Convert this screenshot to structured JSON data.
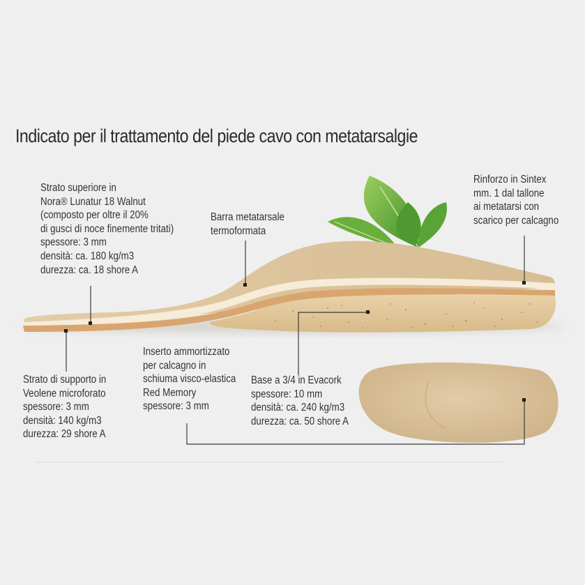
{
  "title": "Indicato per il trattamento del piede cavo con metatarsalgie",
  "labels": {
    "strato_superiore": [
      "Strato superiore in",
      "Nora® Lunatur 18 Walnut",
      "(composto per oltre il 20%",
      "di gusci di noce finemente tritati)",
      "spessore: 3 mm",
      "densità: ca. 180 kg/m3",
      "durezza: ca. 18 shore A"
    ],
    "barra": [
      "Barra metatarsale",
      "termoformata"
    ],
    "rinforzo": [
      "Rinforzo in Sintex",
      "mm. 1 dal tallone",
      "ai metatarsi con",
      "scarico per calcagno"
    ],
    "strato_supporto": [
      "Strato di supporto in",
      "Veolene microforato",
      "spessore: 3 mm",
      "densità: 140 kg/m3",
      "durezza: 29 shore A"
    ],
    "inserto": [
      "Inserto ammortizzato",
      "per calcagno in",
      "schiuma visco-elastica",
      "Red Memory",
      "spessore: 3 mm"
    ],
    "base": [
      "Base a 3/4 in Evacork",
      "spessore: 10 mm",
      "densità: ca. 240 kg/m3",
      "durezza: ca. 50 shore A"
    ]
  }
}
